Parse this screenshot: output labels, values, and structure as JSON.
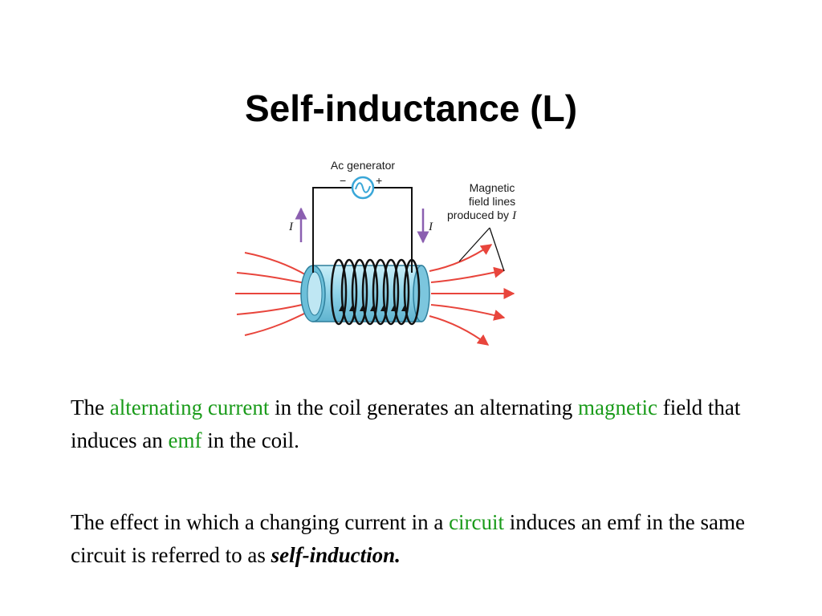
{
  "title": "Self-inductance (L)",
  "figure": {
    "generator_label": "Ac generator",
    "minus_sign": "−",
    "plus_sign": "+",
    "current_symbol_left": "I",
    "current_symbol_right": "I",
    "field_caption_line1": "Magnetic",
    "field_caption_line2": "field lines",
    "field_caption_line3": "produced by",
    "field_caption_symbol": "I",
    "colors": {
      "field_lines": "#e8453c",
      "coil_core": "#8fd3e8",
      "generator": "#3aa7d8",
      "current_arrow": "#8b5fb0",
      "wire": "#111111"
    }
  },
  "paragraph1": {
    "p1": "The ",
    "h1": "alternating current",
    "p2": " in the coil generates an alternating ",
    "h2": "magnetic",
    "p3": " field that induces an ",
    "h3": "emf",
    "p4": " in the coil."
  },
  "paragraph2": {
    "p1": "The effect in which a changing current in a ",
    "h1": "circuit",
    "p2": " induces an emf in the same circuit is referred to as ",
    "em": "self-induction."
  },
  "colors": {
    "highlight": "#1a9b1a"
  }
}
